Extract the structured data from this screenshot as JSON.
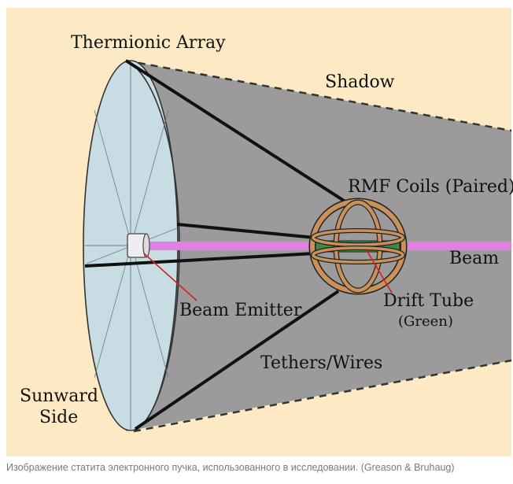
{
  "diagram": {
    "labels": {
      "thermionic_array": "Thermionic Array",
      "shadow": "Shadow",
      "rmf_coils": "RMF Coils (Paired)",
      "beam": "Beam",
      "drift_tube": "Drift Tube",
      "drift_tube_note": "(Green)",
      "beam_emitter": "Beam Emitter",
      "tethers": "Tethers/Wires",
      "sunward_line1": "Sunward",
      "sunward_line2": "Side"
    },
    "colors": {
      "background": "#fde9c4",
      "shadow": "#9b9b9b",
      "disk": "#c7dde3",
      "beam": "#e080e0",
      "coils": "#c8925a",
      "drift_tube": "#3d8a48",
      "pointer": "#d42020"
    }
  },
  "caption": "Изображение статита электронного пучка, использованного в исследовании. (Greason & Bruhaug)"
}
